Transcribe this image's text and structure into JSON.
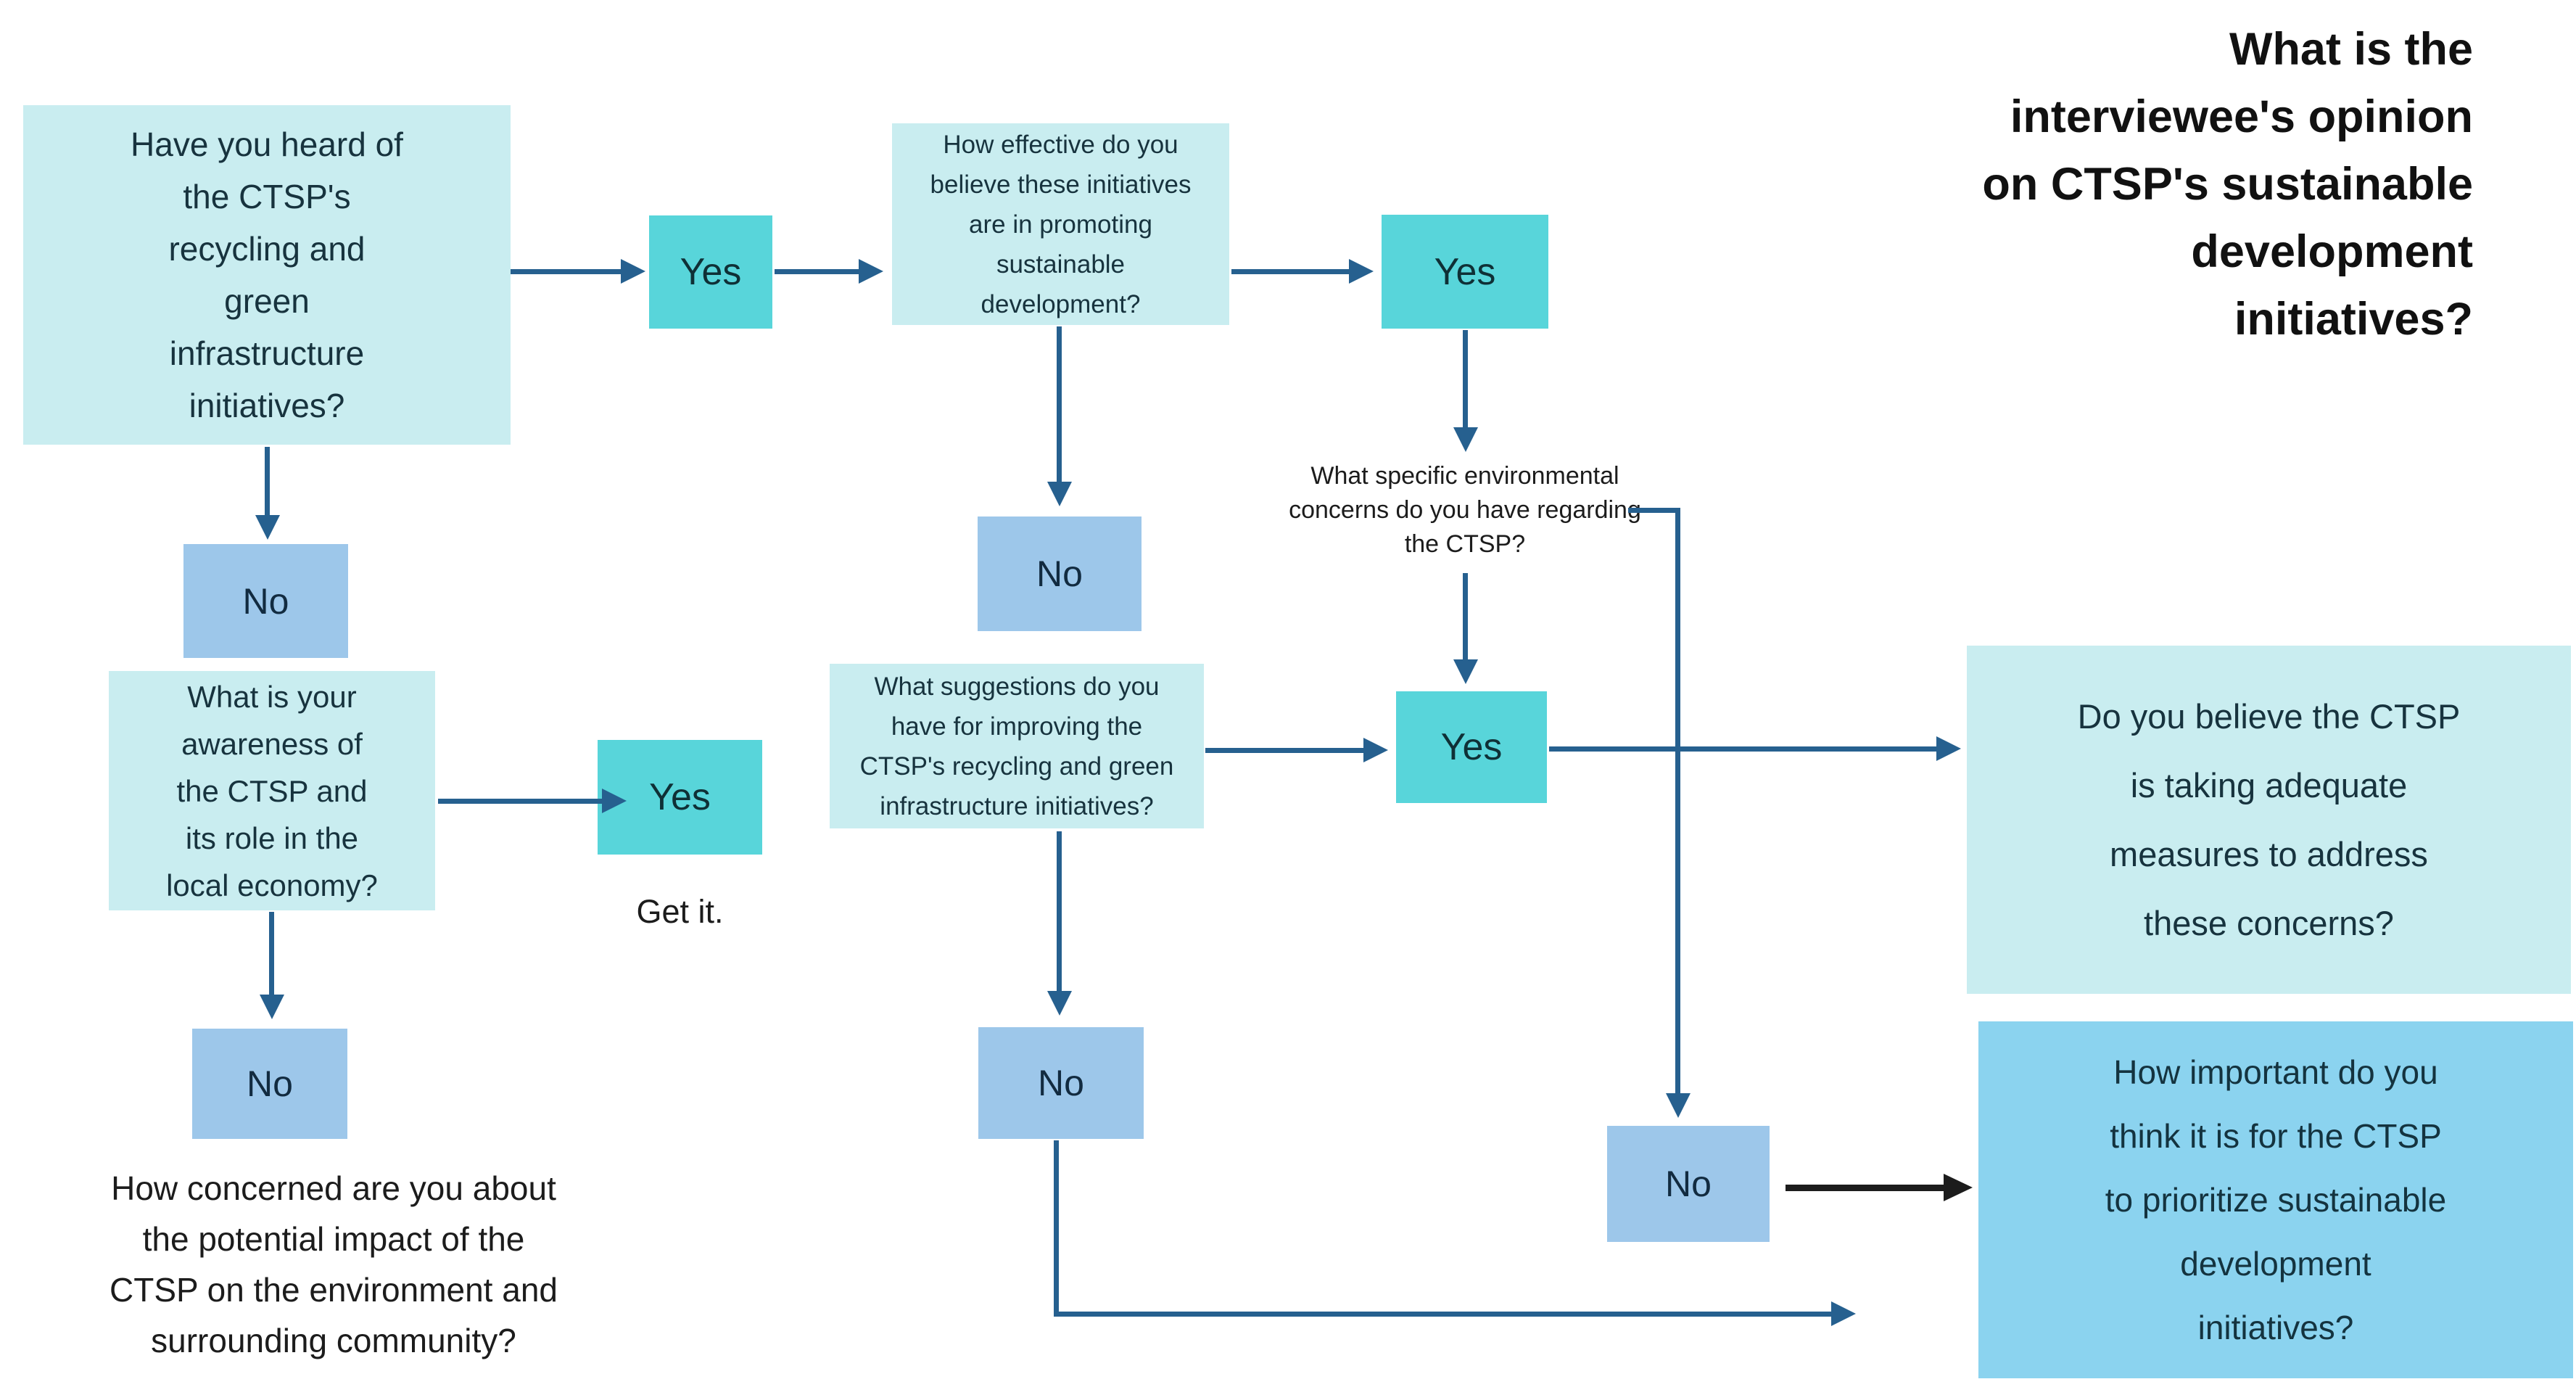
{
  "title": "What is the\ninterviewee's opinion\non CTSP's sustainable\ndevelopment\ninitiatives?",
  "nodes": {
    "q_heard": {
      "label": "Have you heard of\nthe CTSP's\nrecycling and\ngreen\ninfrastructure\ninitiatives?"
    },
    "yes_heard": {
      "label": "Yes"
    },
    "q_effective": {
      "label": "How effective do you\nbelieve these initiatives\nare in promoting\nsustainable\ndevelopment?"
    },
    "yes_effective": {
      "label": "Yes"
    },
    "q_env_concerns": {
      "label": "What specific environmental\nconcerns do you have regarding\nthe CTSP?"
    },
    "yes_concerns": {
      "label": "Yes"
    },
    "q_adequate": {
      "label": "Do you believe the CTSP\nis taking adequate\nmeasures to address\nthese concerns?"
    },
    "no_heard": {
      "label": "No"
    },
    "q_awareness": {
      "label": "What is your\nawareness of\nthe CTSP and\nits role in the\nlocal economy?"
    },
    "yes_awareness": {
      "label": "Yes"
    },
    "get_it": {
      "label": "Get it."
    },
    "no_awareness": {
      "label": "No"
    },
    "q_concerned": {
      "label": "How concerned are you about\nthe potential impact of the\nCTSP on the environment and\nsurrounding community?"
    },
    "no_effective": {
      "label": "No"
    },
    "q_suggestions": {
      "label": "What suggestions do you\nhave for improving the\nCTSP's recycling and green\ninfrastructure initiatives?"
    },
    "no_suggestions": {
      "label": "No"
    },
    "no_concerns": {
      "label": "No"
    },
    "q_important": {
      "label": "How important do you\nthink it is for the CTSP\nto prioritize sustainable\ndevelopment\ninitiatives?"
    }
  },
  "colors": {
    "question_box": "#c9edf0",
    "yes_box": "#58d5da",
    "no_box": "#9dc7ea",
    "highlight_box": "#8bd3ef",
    "arrow": "#26608f",
    "black_arrow": "#1c1c1c"
  }
}
